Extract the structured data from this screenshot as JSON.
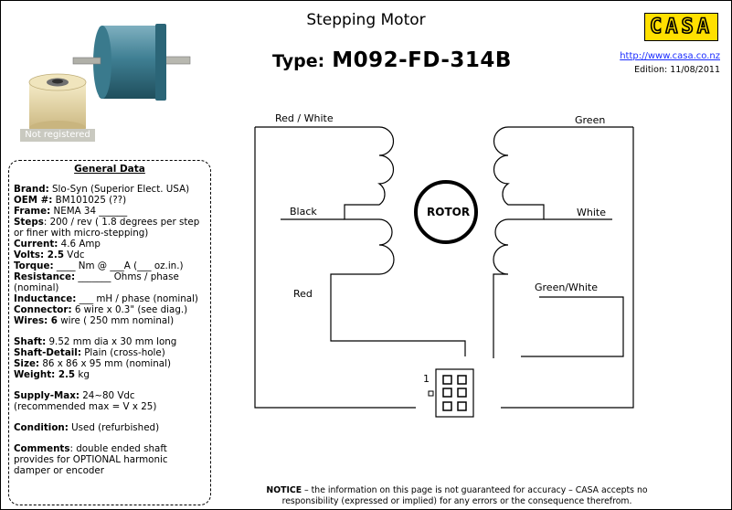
{
  "header": {
    "title": "Stepping Motor",
    "type_label": "Type:",
    "type_code": "M092-FD-314B",
    "logo_text": "CASA",
    "url": "http://www.casa.co.nz",
    "edition": "Edition: 11/08/2011"
  },
  "photo": {
    "watermark": "Not registered"
  },
  "general": {
    "heading": "General Data",
    "brand_label": "Brand:",
    "brand_value": " Slo-Syn (Superior Elect. USA)",
    "oem_label": "OEM #:",
    "oem_value": " BM101025 (??)",
    "frame_label": "Frame:",
    "frame_value": " NEMA 34 ______",
    "steps_label": "Steps",
    "steps_value": ": 200 / rev ( 1.8 degrees per step or finer with micro-stepping)",
    "current_label": "Current:",
    "current_value": " 4.6  Amp",
    "volts_label": "Volts: 2.5",
    "volts_value": " Vdc",
    "torque_label": "Torque:",
    "torque_value": " ____ Nm @ ___A (___ oz.in.)",
    "resistance_label": "Resistance:",
    "resistance_value": " _______ Ohms / phase (nominal)",
    "inductance_label": "Inductance:",
    "inductance_value": " ___ mH / phase (nominal)",
    "connector_label": "Connector:",
    "connector_value": "  6 wire x 0.3\" (see diag.)",
    "wires_label": "Wires: 6",
    "wires_value": " wire ( 250 mm nominal)",
    "shaft_label": "Shaft:",
    "shaft_value": " 9.52 mm dia x 30 mm long",
    "shaft_detail_label": "Shaft-Detail:",
    "shaft_detail_value": " Plain (cross-hole)",
    "size_label": "Size:",
    "size_value": " 86 x 86 x 95 mm (nominal)",
    "weight_label": "Weight: 2.5",
    "weight_value": " kg",
    "supply_label": "Supply-Max:",
    "supply_value": " 24~80 Vdc (recommended max = V x 25)",
    "condition_label": "Condition:",
    "condition_value": " Used  (refurbished)",
    "comments_label": "Comments",
    "comments_value": ": double ended shaft provides for OPTIONAL harmonic damper or encoder"
  },
  "diagram": {
    "red_white": "Red / White",
    "black": "Black",
    "red": "Red",
    "green": "Green",
    "white": "White",
    "green_white": "Green/White",
    "rotor": "ROTOR",
    "pin_one": "1"
  },
  "notice": {
    "label": "NOTICE",
    "text": " – the information on this page is not guaranteed for accuracy – CASA accepts no responsibility (expressed or implied) for any errors or the consequence therefrom."
  },
  "colors": {
    "logo_bg": "#ffe000",
    "link": "#1a2cff",
    "motor_body": "#2f7085",
    "damper": "#eadcae"
  }
}
